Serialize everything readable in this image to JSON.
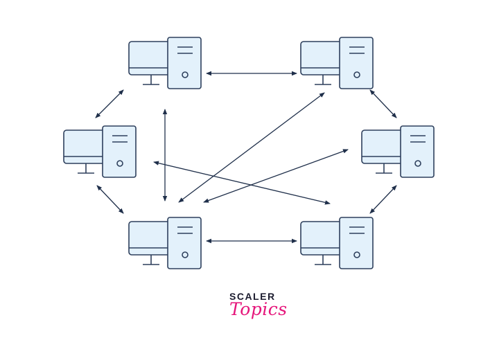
{
  "diagram": {
    "nodes": [
      {
        "id": "pc-top-left",
        "icon": "desktop-computer-icon"
      },
      {
        "id": "pc-top-right",
        "icon": "desktop-computer-icon"
      },
      {
        "id": "pc-middle-left",
        "icon": "desktop-computer-icon"
      },
      {
        "id": "pc-middle-right",
        "icon": "desktop-computer-icon"
      },
      {
        "id": "pc-bottom-left",
        "icon": "desktop-computer-icon"
      },
      {
        "id": "pc-bottom-right",
        "icon": "desktop-computer-icon"
      }
    ],
    "connections": [
      {
        "from": "pc-top-left",
        "to": "pc-top-right",
        "direction": "both"
      },
      {
        "from": "pc-top-left",
        "to": "pc-middle-left",
        "direction": "both"
      },
      {
        "from": "pc-top-left",
        "to": "pc-bottom-left",
        "direction": "both"
      },
      {
        "from": "pc-top-right",
        "to": "pc-middle-right",
        "direction": "both"
      },
      {
        "from": "pc-top-right",
        "to": "pc-bottom-left",
        "direction": "both"
      },
      {
        "from": "pc-middle-left",
        "to": "pc-bottom-left",
        "direction": "both"
      },
      {
        "from": "pc-middle-left",
        "to": "pc-bottom-right",
        "direction": "both"
      },
      {
        "from": "pc-middle-right",
        "to": "pc-bottom-left",
        "direction": "both"
      },
      {
        "from": "pc-middle-right",
        "to": "pc-bottom-right",
        "direction": "both"
      },
      {
        "from": "pc-bottom-left",
        "to": "pc-bottom-right",
        "direction": "both"
      }
    ]
  },
  "logo": {
    "line1": "SCALER",
    "line2": "Topics"
  },
  "colors": {
    "outline": "#2d3f5c",
    "fill": "#e3f1fb",
    "arrow": "#1f2f4a",
    "brand_dark": "#1b1b2e",
    "brand_pink": "#e5157a"
  }
}
